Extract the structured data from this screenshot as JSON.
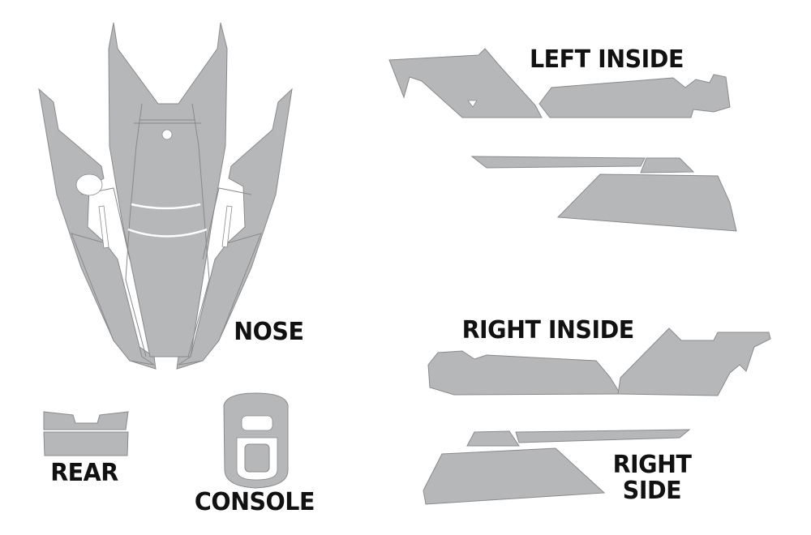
{
  "labels": {
    "nose": "NOSE",
    "rear": "REAR",
    "console": "CONSOLE",
    "left_inside": "LEFT INSIDE",
    "right_inside": "RIGHT INSIDE",
    "right_side_line1": "RIGHT",
    "right_side_line2": "SIDE"
  },
  "colors": {
    "part_fill": "#b6b7b9",
    "outline": "#8a8a8c",
    "text": "#111111"
  }
}
